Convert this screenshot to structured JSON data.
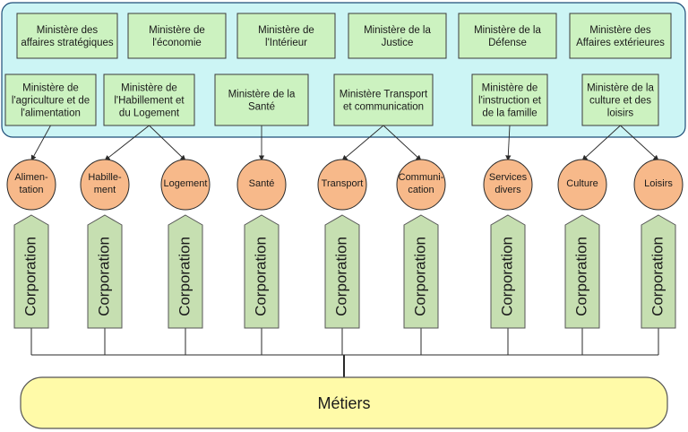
{
  "ministries": [
    {
      "id": "strat",
      "lines": [
        "Ministère des",
        "affaires stratégiques"
      ]
    },
    {
      "id": "eco",
      "lines": [
        "Ministère de",
        "l'économie"
      ]
    },
    {
      "id": "int",
      "lines": [
        "Ministère de",
        "l'Intérieur"
      ]
    },
    {
      "id": "jus",
      "lines": [
        "Ministère de la",
        "Justice"
      ]
    },
    {
      "id": "def",
      "lines": [
        "Ministère de la",
        "Défense"
      ]
    },
    {
      "id": "ext",
      "lines": [
        "Ministère des",
        "Affaires extérieures"
      ]
    },
    {
      "id": "agri",
      "lines": [
        "Ministère de",
        "l'agriculture et de",
        "l'alimentation"
      ]
    },
    {
      "id": "hab",
      "lines": [
        "Ministère de",
        "l'Habillement et",
        "du Logement"
      ]
    },
    {
      "id": "san",
      "lines": [
        "Ministère de la",
        "Santé"
      ]
    },
    {
      "id": "tra",
      "lines": [
        "Ministère Transport",
        "et communication"
      ]
    },
    {
      "id": "ins",
      "lines": [
        "Ministère de",
        "l'instruction et",
        "de la famille"
      ]
    },
    {
      "id": "cul",
      "lines": [
        "Ministère de la",
        "culture et des",
        "loisirs"
      ]
    }
  ],
  "sectors": [
    {
      "id": "alimentation",
      "lines": [
        "Alimen-",
        "tation"
      ],
      "ministry": "agri"
    },
    {
      "id": "habillement",
      "lines": [
        "Habille-",
        "ment"
      ],
      "ministry": "hab"
    },
    {
      "id": "logement",
      "lines": [
        "Logement"
      ],
      "ministry": "hab"
    },
    {
      "id": "sante",
      "lines": [
        "Santé"
      ],
      "ministry": "san"
    },
    {
      "id": "transport",
      "lines": [
        "Transport"
      ],
      "ministry": "tra"
    },
    {
      "id": "communication",
      "lines": [
        "Communi-",
        "cation"
      ],
      "ministry": "tra"
    },
    {
      "id": "services",
      "lines": [
        "Services",
        "divers"
      ],
      "ministry": "ins"
    },
    {
      "id": "culture",
      "lines": [
        "Culture"
      ],
      "ministry": "cul"
    },
    {
      "id": "loisirs",
      "lines": [
        "Loisirs"
      ],
      "ministry": "cul"
    }
  ],
  "corporation_label": "Corporation",
  "metiers_label": "Métiers"
}
